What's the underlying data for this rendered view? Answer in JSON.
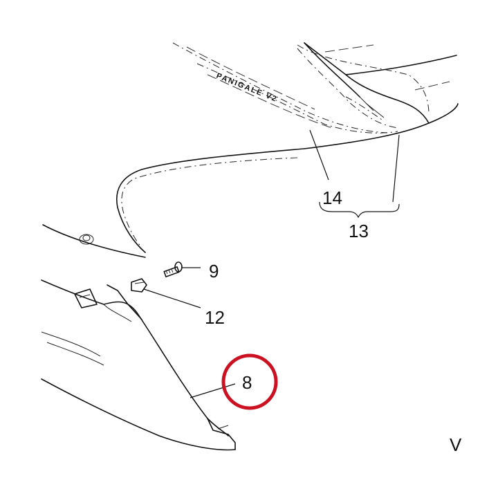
{
  "callouts": {
    "c9": "9",
    "c12": "12",
    "c8": "8",
    "c14": "14",
    "c13": "13"
  },
  "decal_text": "PANIGALE V2",
  "edge_text": "V",
  "colors": {
    "line": "#111111",
    "highlight": "#cc1122",
    "background": "#ffffff"
  },
  "highlighted_callout": "8"
}
